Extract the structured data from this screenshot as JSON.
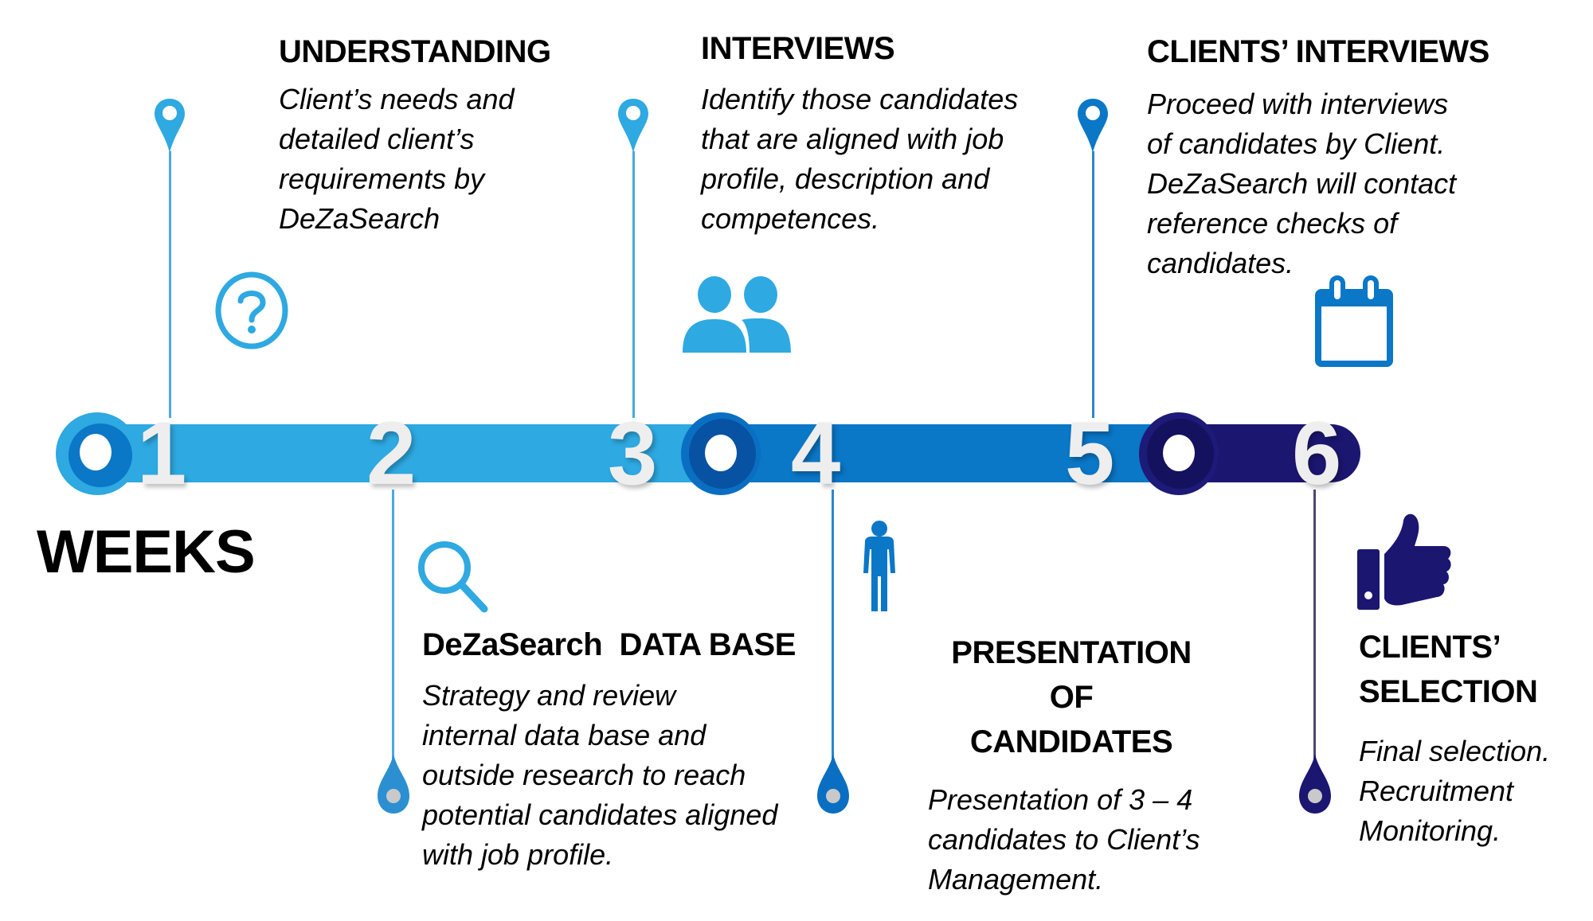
{
  "axis_label": "WEEKS",
  "colors": {
    "light_blue": "#2ea9e1",
    "mid_blue": "#0a77c7",
    "dark_blue": "#0756a8",
    "navy": "#1b1670",
    "text": "#000000"
  },
  "weeks": [
    "1",
    "2",
    "3",
    "4",
    "5",
    "6"
  ],
  "steps": [
    {
      "week": "1",
      "title": "UNDERSTANDING",
      "description": "Client’s needs and\ndetailed client’s\nrequirements by\nDeZaSearch",
      "icon": "question-circle-icon",
      "position": "top"
    },
    {
      "week": "2",
      "title": "DeZaSearch  DATA BASE",
      "description": "Strategy and review\ninternal data base and\noutside research to reach\npotential candidates aligned\nwith job profile.",
      "icon": "search-icon",
      "position": "bottom"
    },
    {
      "week": "3",
      "title": "INTERVIEWS",
      "description": "Identify those candidates\nthat are aligned with job\nprofile, description and\ncompetences.",
      "icon": "people-icon",
      "position": "top"
    },
    {
      "week": "4",
      "title": "PRESENTATION OF\nCANDIDATES",
      "description": "Presentation of 3 – 4\ncandidates to Client’s\nManagement.",
      "icon": "person-icon",
      "position": "bottom"
    },
    {
      "week": "5",
      "title": "CLIENTS’ INTERVIEWS",
      "description": "Proceed with interviews\nof candidates by Client.\nDeZaSearch will contact\nreference checks of\ncandidates.",
      "icon": "calendar-icon",
      "position": "top"
    },
    {
      "week": "6",
      "title": "CLIENTS’\nSELECTION",
      "description": "Final selection.\nRecruitment\nMonitoring.",
      "icon": "thumbs-up-icon",
      "position": "bottom"
    }
  ]
}
